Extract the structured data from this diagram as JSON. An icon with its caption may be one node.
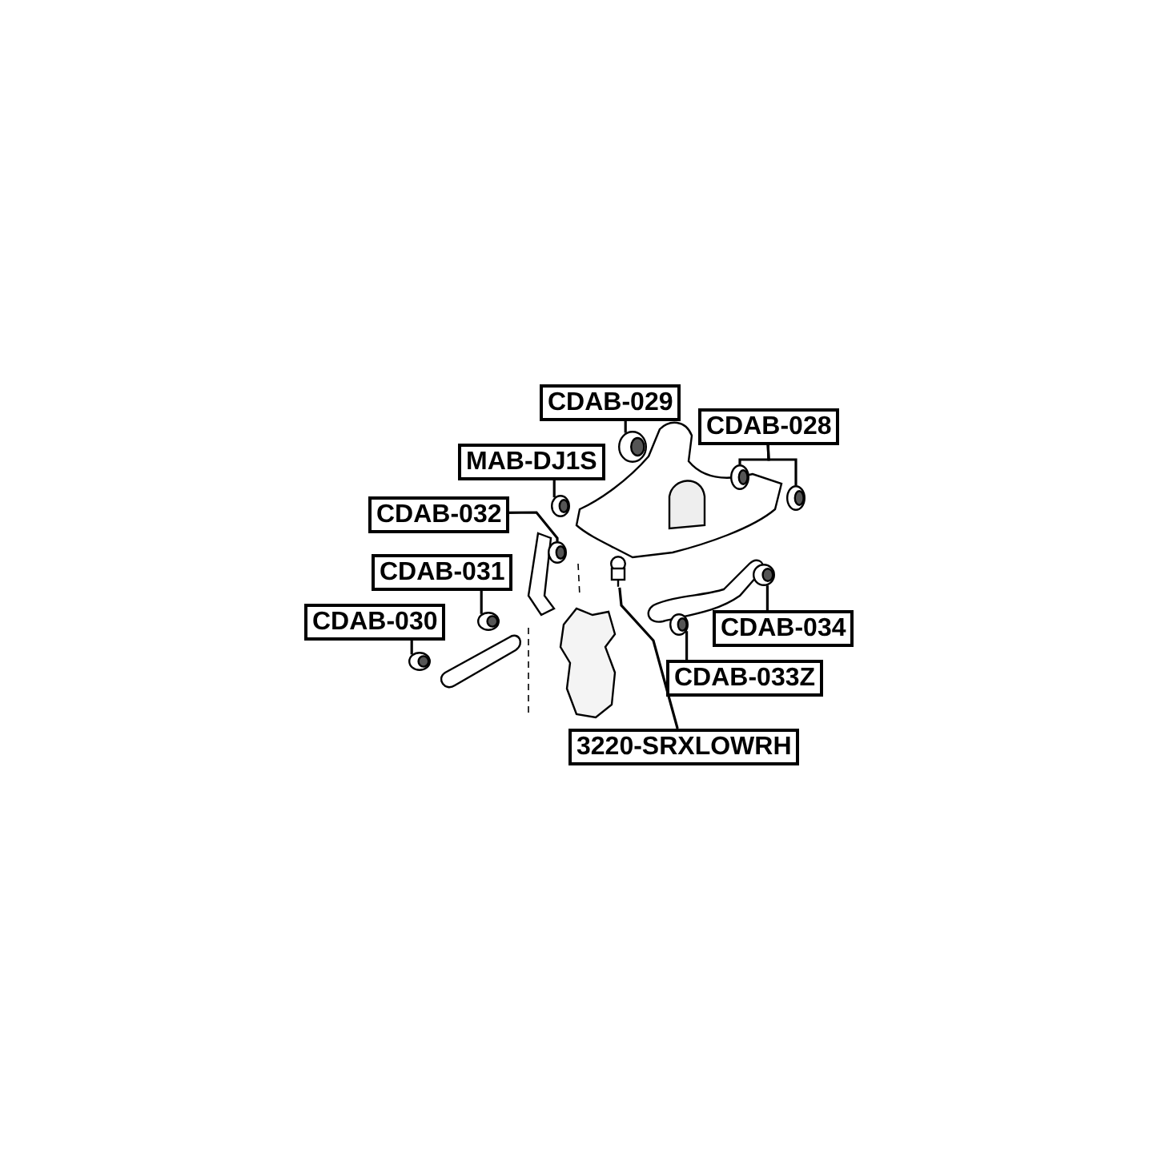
{
  "diagram": {
    "nodes": [
      {
        "text": [
          "CDAB-029"
        ]
      },
      {
        "text": [
          "CDAB-028"
        ]
      },
      {
        "text": [
          "MAB-DJ1S"
        ]
      },
      {
        "text": [
          "CDAB-032"
        ]
      },
      {
        "text": [
          "CDAB-031"
        ]
      },
      {
        "text": [
          "CDAB-030"
        ]
      },
      {
        "text": [
          "CDAB-034"
        ]
      },
      {
        "text": [
          "CDAB-033Z"
        ]
      },
      {
        "text": [
          "3220-SRXLOWRH"
        ]
      },
      {
        "text": [],
        "shape": "picture"
      },
      {
        "text": [],
        "shape": "picture"
      },
      {
        "text": [],
        "shape": "picture"
      },
      {
        "text": [],
        "shape": "picture"
      },
      {
        "text": [],
        "shape": "picture"
      },
      {
        "text": [],
        "shape": "picture"
      },
      {
        "text": [],
        "shape": "picture"
      },
      {
        "text": [],
        "shape": "picture"
      },
      {
        "text": [],
        "shape": "picture"
      },
      {
        "text": [],
        "shape": "picture"
      }
    ],
    "edges": [
      {
        "from": 0,
        "to": 9,
        "arrow": "none"
      },
      {
        "from": 1,
        "to": 10,
        "arrow": "none"
      },
      {
        "from": 1,
        "to": 11,
        "arrow": "none"
      },
      {
        "from": 2,
        "to": 12,
        "arrow": "none"
      },
      {
        "from": 3,
        "to": 13,
        "arrow": "none"
      },
      {
        "from": 4,
        "to": 14,
        "arrow": "none"
      },
      {
        "from": 5,
        "to": 15,
        "arrow": "none"
      },
      {
        "from": 6,
        "to": 16,
        "arrow": "none"
      },
      {
        "from": 7,
        "to": 17,
        "arrow": "none"
      },
      {
        "from": 8,
        "to": 18,
        "arrow": "none"
      }
    ]
  }
}
